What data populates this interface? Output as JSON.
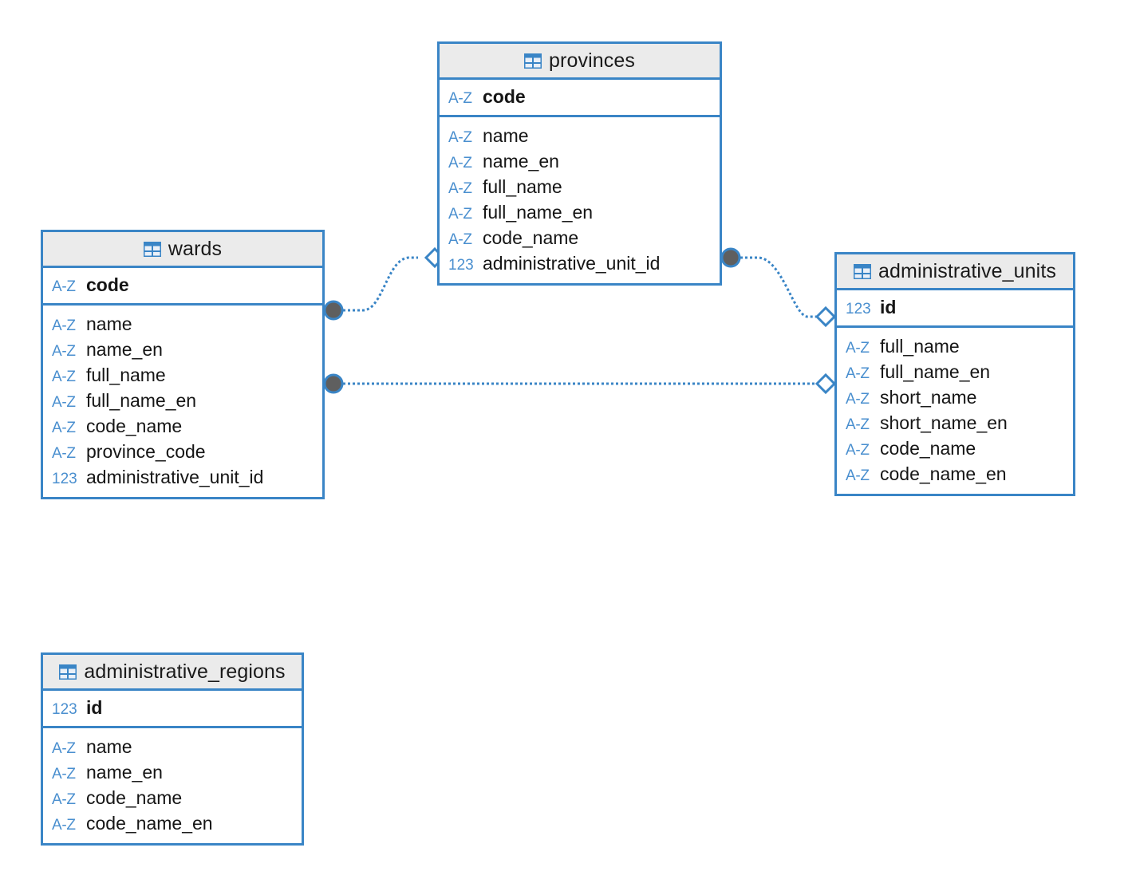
{
  "diagram": {
    "type": "entity-relationship-diagram",
    "accent_color": "#3a85c6",
    "header_background": "#ebebeb",
    "type_badge_color": "#4a8fcf",
    "connector_color": "#3a85c6",
    "endpoint_circle_color": "#5f5f5f",
    "table_icon_name": "table-icon",
    "type_labels": {
      "text": "A-Z",
      "number": "123"
    }
  },
  "tables": [
    {
      "id": "provinces",
      "name": "provinces",
      "primary_keys": [
        {
          "name": "code",
          "type": "A-Z"
        }
      ],
      "columns": [
        {
          "name": "name",
          "type": "A-Z"
        },
        {
          "name": "name_en",
          "type": "A-Z"
        },
        {
          "name": "full_name",
          "type": "A-Z"
        },
        {
          "name": "full_name_en",
          "type": "A-Z"
        },
        {
          "name": "code_name",
          "type": "A-Z"
        },
        {
          "name": "administrative_unit_id",
          "type": "123"
        }
      ]
    },
    {
      "id": "wards",
      "name": "wards",
      "primary_keys": [
        {
          "name": "code",
          "type": "A-Z"
        }
      ],
      "columns": [
        {
          "name": "name",
          "type": "A-Z"
        },
        {
          "name": "name_en",
          "type": "A-Z"
        },
        {
          "name": "full_name",
          "type": "A-Z"
        },
        {
          "name": "full_name_en",
          "type": "A-Z"
        },
        {
          "name": "code_name",
          "type": "A-Z"
        },
        {
          "name": "province_code",
          "type": "A-Z"
        },
        {
          "name": "administrative_unit_id",
          "type": "123"
        }
      ]
    },
    {
      "id": "administrative_units",
      "name": "administrative_units",
      "primary_keys": [
        {
          "name": "id",
          "type": "123"
        }
      ],
      "columns": [
        {
          "name": "full_name",
          "type": "A-Z"
        },
        {
          "name": "full_name_en",
          "type": "A-Z"
        },
        {
          "name": "short_name",
          "type": "A-Z"
        },
        {
          "name": "short_name_en",
          "type": "A-Z"
        },
        {
          "name": "code_name",
          "type": "A-Z"
        },
        {
          "name": "code_name_en",
          "type": "A-Z"
        }
      ]
    },
    {
      "id": "administrative_regions",
      "name": "administrative_regions",
      "primary_keys": [
        {
          "name": "id",
          "type": "123"
        }
      ],
      "columns": [
        {
          "name": "name",
          "type": "A-Z"
        },
        {
          "name": "name_en",
          "type": "A-Z"
        },
        {
          "name": "code_name",
          "type": "A-Z"
        },
        {
          "name": "code_name_en",
          "type": "A-Z"
        }
      ]
    }
  ],
  "relationships": [
    {
      "id": "wards-to-provinces",
      "from": "wards",
      "to": "provinces",
      "from_marker": "filled-circle",
      "to_marker": "hollow-diamond"
    },
    {
      "id": "provinces-to-administrative-units",
      "from": "provinces",
      "to": "administrative_units",
      "from_marker": "filled-circle",
      "to_marker": "hollow-diamond"
    },
    {
      "id": "wards-to-administrative-units",
      "from": "wards",
      "to": "administrative_units",
      "from_marker": "filled-circle",
      "to_marker": "hollow-diamond"
    }
  ]
}
